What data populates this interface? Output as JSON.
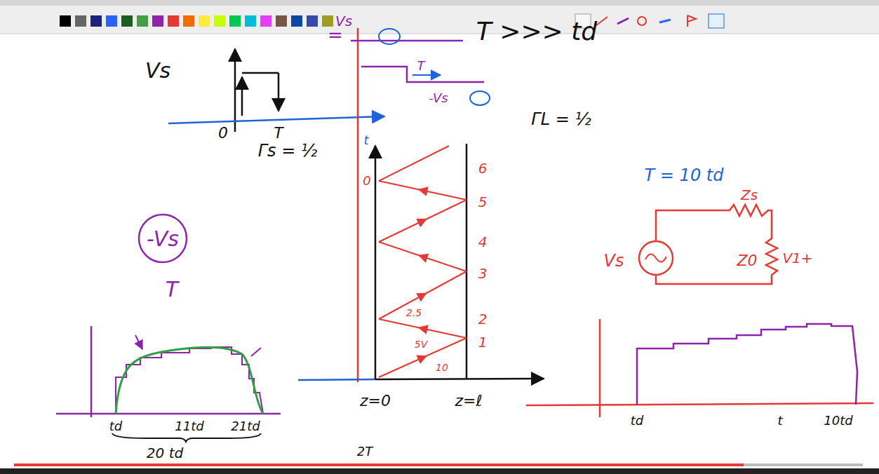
{
  "diagram": {
    "nodes": [
      {
        "text": [
          "-Vs"
        ]
      }
    ],
    "labels": [
      "Vs",
      "0",
      "T",
      "=",
      "Vs",
      "T",
      "T >>> td",
      "-Vs",
      "Γs = ½",
      "ΓL = ½",
      "t",
      "0",
      "6",
      "5",
      "4",
      "3",
      "2",
      "1",
      "2.5",
      "5V",
      "10",
      "z=0",
      "z=ℓ",
      "T = 10 td",
      "Zs",
      "Vs",
      "Z0",
      "V1+",
      "td",
      "t",
      "10td",
      "T",
      "td",
      "11td",
      "21td",
      "20 td",
      "2T"
    ]
  }
}
